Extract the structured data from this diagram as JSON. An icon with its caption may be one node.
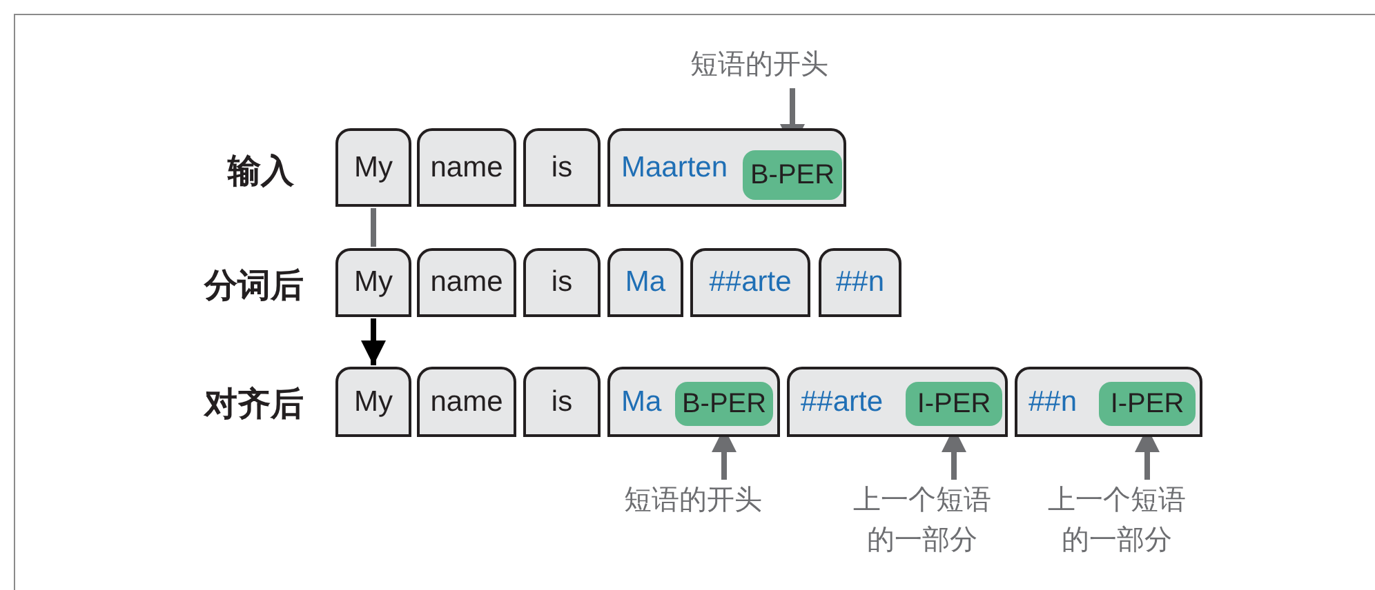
{
  "diagram": {
    "nodes": [
      {
        "text": [
          "My"
        ]
      },
      {
        "text": [
          "name"
        ]
      },
      {
        "text": [
          "is"
        ]
      },
      {
        "text": [
          "Maarten"
        ]
      },
      {
        "text": [
          "B-PER"
        ],
        "in": 3
      },
      {
        "text": [
          "短语的开头"
        ]
      },
      {
        "text": [
          "My"
        ]
      },
      {
        "text": [
          "name"
        ]
      },
      {
        "text": [
          "is"
        ]
      },
      {
        "text": [
          "Ma"
        ]
      },
      {
        "text": [
          "##arte"
        ]
      },
      {
        "text": [
          "##n"
        ]
      },
      {
        "text": [
          "My"
        ]
      },
      {
        "text": [
          "name"
        ]
      },
      {
        "text": [
          "is"
        ]
      },
      {
        "text": [
          "Ma"
        ]
      },
      {
        "text": [
          "B-PER"
        ],
        "in": 15
      },
      {
        "text": [
          "##arte"
        ]
      },
      {
        "text": [
          "I-PER"
        ],
        "in": 17
      },
      {
        "text": [
          "##n"
        ]
      },
      {
        "text": [
          "I-PER"
        ],
        "in": 19
      },
      {
        "text": [
          "短语的开头"
        ]
      },
      {
        "text": [
          "上一个短语的一部分"
        ]
      },
      {
        "text": [
          "上一个短语的一部分"
        ]
      }
    ],
    "edges": [
      {
        "from": 5,
        "to": 4,
        "arrow": "to"
      },
      {
        "from": 0,
        "to": 6,
        "arrow": "none"
      },
      {
        "from": 6,
        "to": 12,
        "arrow": "to",
        "color": "#000000"
      },
      {
        "from": 21,
        "to": 16,
        "arrow": "to"
      },
      {
        "from": 22,
        "to": 18,
        "arrow": "to"
      },
      {
        "from": 23,
        "to": 20,
        "arrow": "to"
      }
    ],
    "labels": [
      "输入",
      "分词后",
      "对齐后"
    ]
  }
}
